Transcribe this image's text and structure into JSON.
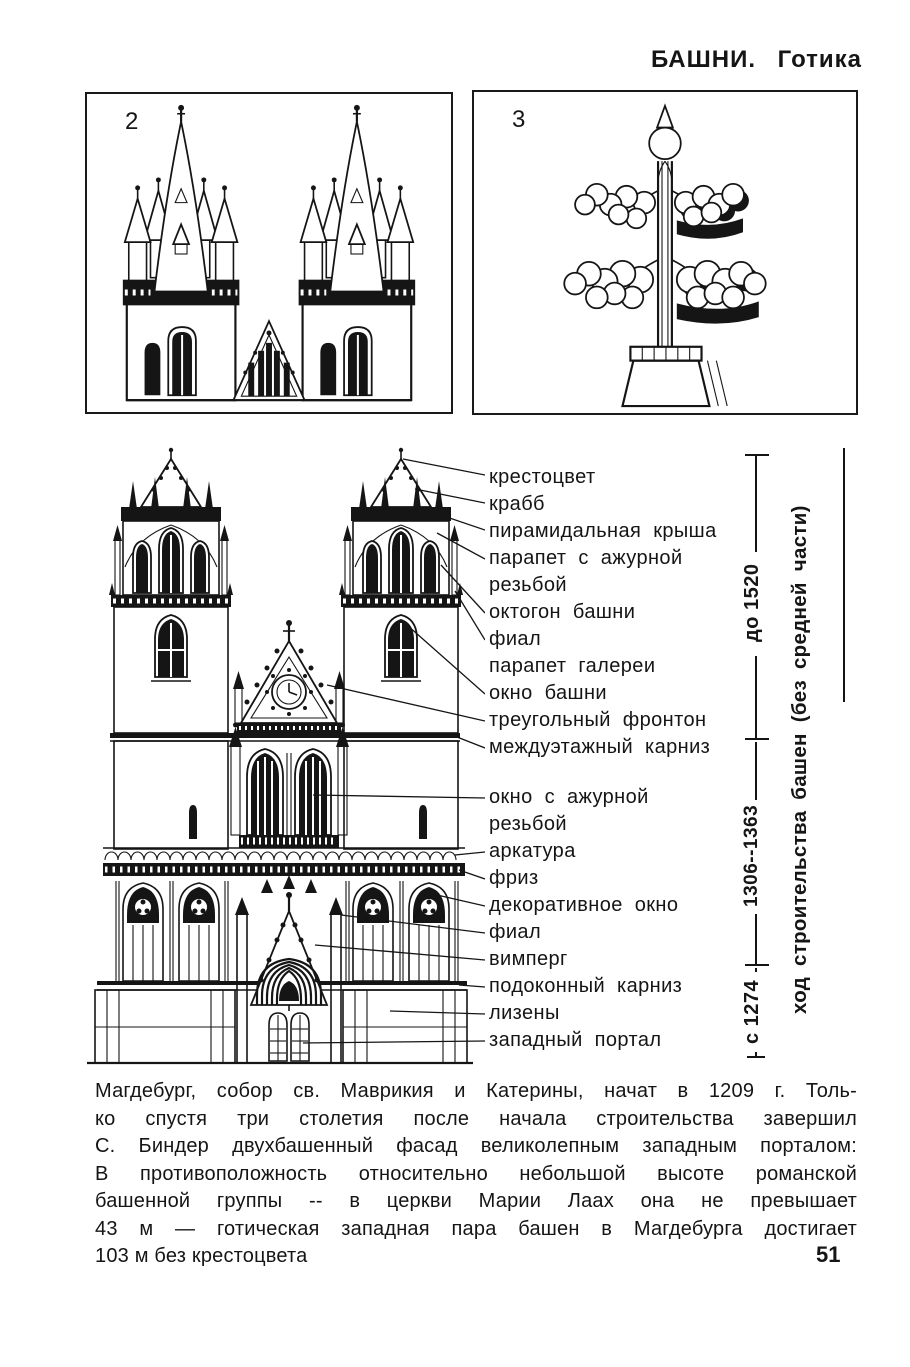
{
  "header": {
    "title": "БАШНИ.  Готика"
  },
  "figures": [
    {
      "number": "2"
    },
    {
      "number": "3"
    }
  ],
  "diagram": {
    "labels": [
      {
        "text": "крестоцвет"
      },
      {
        "text": "крабб"
      },
      {
        "text": "пирамидальная  крыша"
      },
      {
        "text": "парапет  с  ажурной\nрезьбой"
      },
      {
        "text": "октогон  башни"
      },
      {
        "text": "фиал"
      },
      {
        "text": "парапет  галереи"
      },
      {
        "text": "окно  башни"
      },
      {
        "text": "треугольный  фронтон"
      },
      {
        "text": "междуэтажный  карниз"
      },
      {
        "text": "окно  с  ажурной\nрезьбой",
        "gap_before": true
      },
      {
        "text": "аркатура"
      },
      {
        "text": "фриз"
      },
      {
        "text": "декоративное  окно"
      },
      {
        "text": "фиал"
      },
      {
        "text": "вимперг"
      },
      {
        "text": "подоконный  карниз"
      },
      {
        "text": "лизены"
      },
      {
        "text": "западный  портал"
      }
    ],
    "timeline": {
      "periods": [
        "до 1520",
        "1306--1363",
        "с 1274"
      ],
      "caption": "ход строительства башен (без средней части)"
    }
  },
  "caption": {
    "lines": [
      "Магдебург, собор св. Маврикия и Катерины, начат в 1209 г. Толь-",
      "ко спустя три столетия после начала строительства завершил",
      "С. Биндер двухбашенный фасад великолепным западным порталом:",
      "В противоположность относительно небольшой высоте романской",
      "башенной группы -- в церкви Марии Лаах она не превышает",
      "43 м — готическая западная пара башен в Магдебурга достигает",
      "103 м без крестоцвета"
    ]
  },
  "page": {
    "number": "51"
  },
  "colors": {
    "ink": "#151515",
    "paper": "#ffffff"
  }
}
